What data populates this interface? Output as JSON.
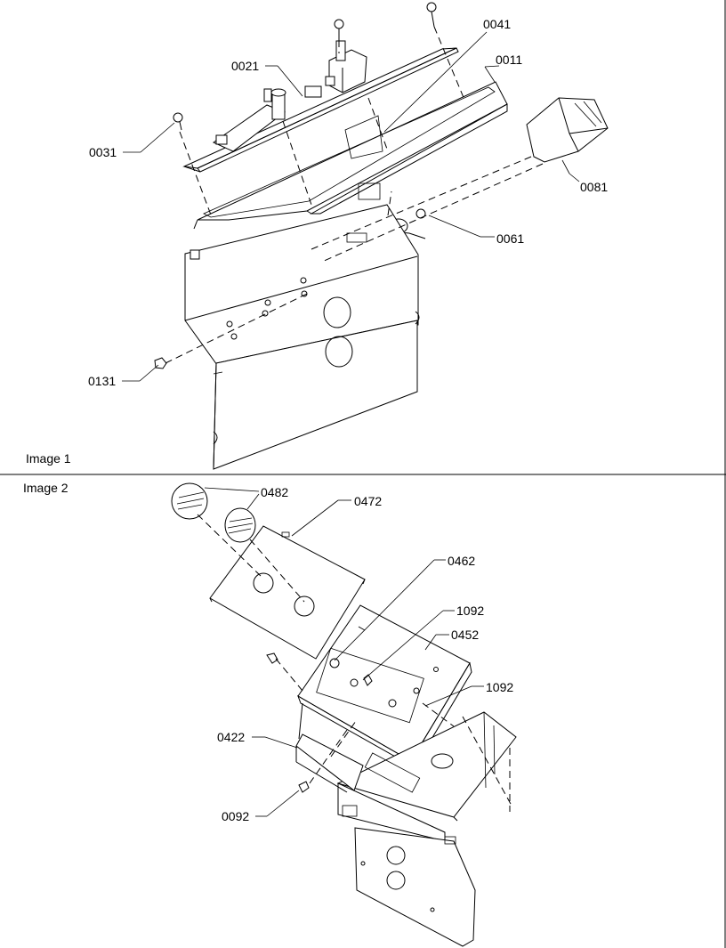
{
  "image1": {
    "label": "Image 1",
    "callouts": {
      "p0041": "0041",
      "p0011": "0011",
      "p0021": "0021",
      "p0031": "0031",
      "p0081": "0081",
      "p0061": "0061",
      "p0131": "0131"
    }
  },
  "image2": {
    "label": "Image 2",
    "callouts": {
      "p0482": "0482",
      "p0472": "0472",
      "p0462": "0462",
      "p1092a": "1092",
      "p0452": "0452",
      "p1092b": "1092",
      "p0422": "0422",
      "p0092": "0092"
    }
  }
}
